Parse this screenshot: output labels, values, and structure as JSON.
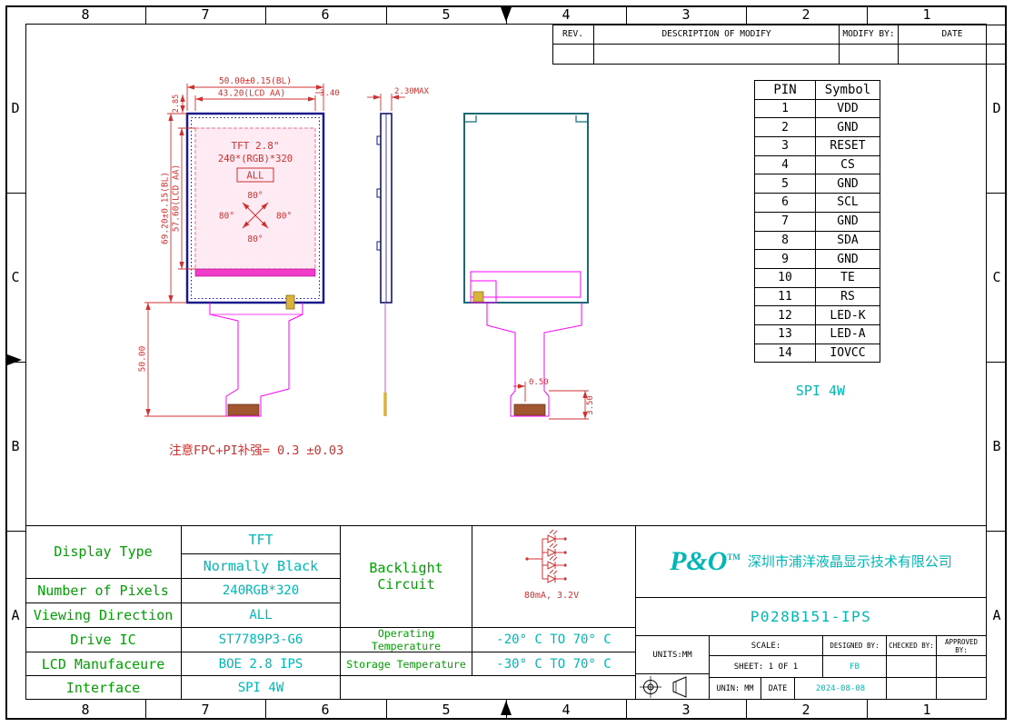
{
  "frame": {
    "cols": [
      "8",
      "7",
      "6",
      "5",
      "4",
      "3",
      "2",
      "1"
    ],
    "rows": [
      "D",
      "C",
      "B",
      "A"
    ]
  },
  "revision_table": {
    "rev": "REV.",
    "description": "DESCRIPTION OF MODIFY",
    "modify_by": "MODIFY BY:",
    "date": "DATE"
  },
  "pin_table": {
    "header_pin": "PIN",
    "header_symbol": "Symbol",
    "rows": [
      {
        "pin": "1",
        "symbol": "VDD"
      },
      {
        "pin": "2",
        "symbol": "GND"
      },
      {
        "pin": "3",
        "symbol": "RESET"
      },
      {
        "pin": "4",
        "symbol": "CS"
      },
      {
        "pin": "5",
        "symbol": "GND"
      },
      {
        "pin": "6",
        "symbol": "SCL"
      },
      {
        "pin": "7",
        "symbol": "GND"
      },
      {
        "pin": "8",
        "symbol": "SDA"
      },
      {
        "pin": "9",
        "symbol": "GND"
      },
      {
        "pin": "10",
        "symbol": "TE"
      },
      {
        "pin": "11",
        "symbol": "RS"
      },
      {
        "pin": "12",
        "symbol": "LED-K"
      },
      {
        "pin": "13",
        "symbol": "LED-A"
      },
      {
        "pin": "14",
        "symbol": "IOVCC"
      }
    ],
    "interface_note": "SPI 4W"
  },
  "drawing": {
    "front": {
      "dim_width_bl": "50.00±0.15(BL)",
      "dim_width_aa": "43.20(LCD AA)",
      "dim_right_offset": "3.40",
      "dim_top_offset": "2.85",
      "dim_height_bl": "69.20±0.15(BL)",
      "dim_height_aa": "57.60(LCD AA)",
      "dim_fpc_length": "50.00",
      "panel_line1": "TFT 2.8\"",
      "panel_line2": "240*(RGB)*320",
      "panel_dir": "ALL",
      "angle_top": "80°",
      "angle_bottom": "80°",
      "angle_left": "80°",
      "angle_right": "80°"
    },
    "side": {
      "dim_thickness": "2.30MAX"
    },
    "back": {
      "dim_offset": "0.50",
      "dim_height": "3.50"
    },
    "note": "注意FPC+PI补强= 0.3 ±0.03"
  },
  "spec_table": {
    "display_type_label": "Display Type",
    "display_type_value_1": "TFT",
    "display_type_value_2": "Normally Black",
    "pixels_label": "Number of Pixels",
    "pixels_value": "240RGB*320",
    "viewing_label": "Viewing Direction",
    "viewing_value": "ALL",
    "drive_ic_label": "Drive IC",
    "drive_ic_value": "ST7789P3-G6",
    "manufacture_label": "LCD Manufaceure",
    "manufacture_value": "BOE 2.8 IPS",
    "interface_label": "Interface",
    "interface_value": "SPI 4W",
    "backlight_label": "Backlight Circuit",
    "backlight_rating": "80mA, 3.2V",
    "op_temp_label": "Operating Temperature",
    "op_temp_value": "-20° C TO 70° C",
    "st_temp_label": "Storage Temperature",
    "st_temp_value": "-30° C TO 70° C"
  },
  "title_block": {
    "logo": "P&O",
    "logo_tm": "TM",
    "company": "深圳市浦洋液晶显示技术有限公司",
    "part_number": "P028B151-IPS",
    "units": "UNITS:MM",
    "scale_label": "SCALE:",
    "designed_label": "DESIGNED BY:",
    "checked_label": "CHECKED BY:",
    "approved_label": "APPROVED BY:",
    "sheet": "SHEET: 1 OF 1",
    "designed_value": "FB",
    "unin": "UNIN: MM",
    "date_label": "DATE",
    "date_value": "2024-08-08"
  },
  "colors": {
    "label_green": "#00a000",
    "value_cyan": "#00b6b6",
    "dimension_red": "#d03030",
    "fpc_magenta": "#ff00ff",
    "panel_navy": "#1a1a8c"
  }
}
